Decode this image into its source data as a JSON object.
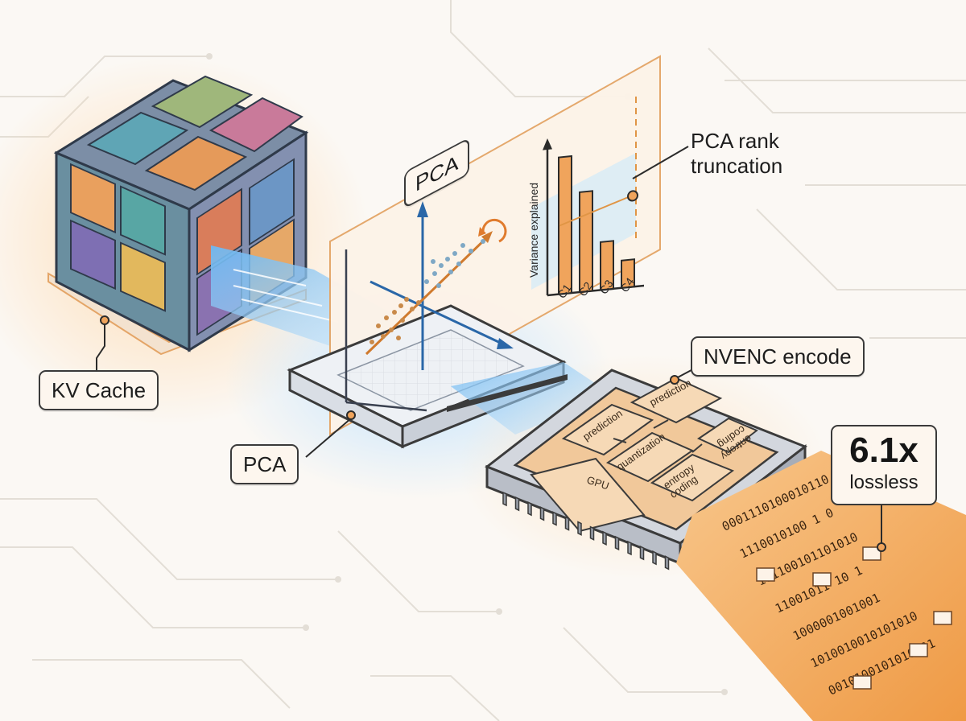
{
  "labels": {
    "kv_cache": "KV Cache",
    "pca_panel": "PCA",
    "pca_module": "PCA",
    "rank_truncation": "PCA rank\ntruncation",
    "nvenc": "NVENC encode",
    "ratio_value": "6.1x",
    "ratio_desc": "lossless"
  },
  "chart": {
    "ylabel": "Variance explained",
    "categories": [
      "C1",
      "C2",
      "C3",
      "C4"
    ],
    "values": [
      100,
      73,
      35,
      20
    ]
  },
  "chip_blocks": {
    "prediction_left": "prediction",
    "prediction_top": "prediction",
    "quantization": "quantization",
    "entropy_coding": "entropy\ncoding",
    "entropy_coding_flipped": "entropy\ncoding",
    "gpu": "GPU"
  },
  "bitstream": [
    "0001110100010110",
    "1110010100  1 0",
    "101100101101010",
    "11001011  10 1",
    "1000001001001",
    "1010010010101010",
    "0010100101010101"
  ],
  "colors": {
    "accent_orange": "#f0a45c",
    "accent_blue": "#5aa8e6",
    "ink": "#2b2b2b",
    "panel": "#fdf3e8"
  }
}
